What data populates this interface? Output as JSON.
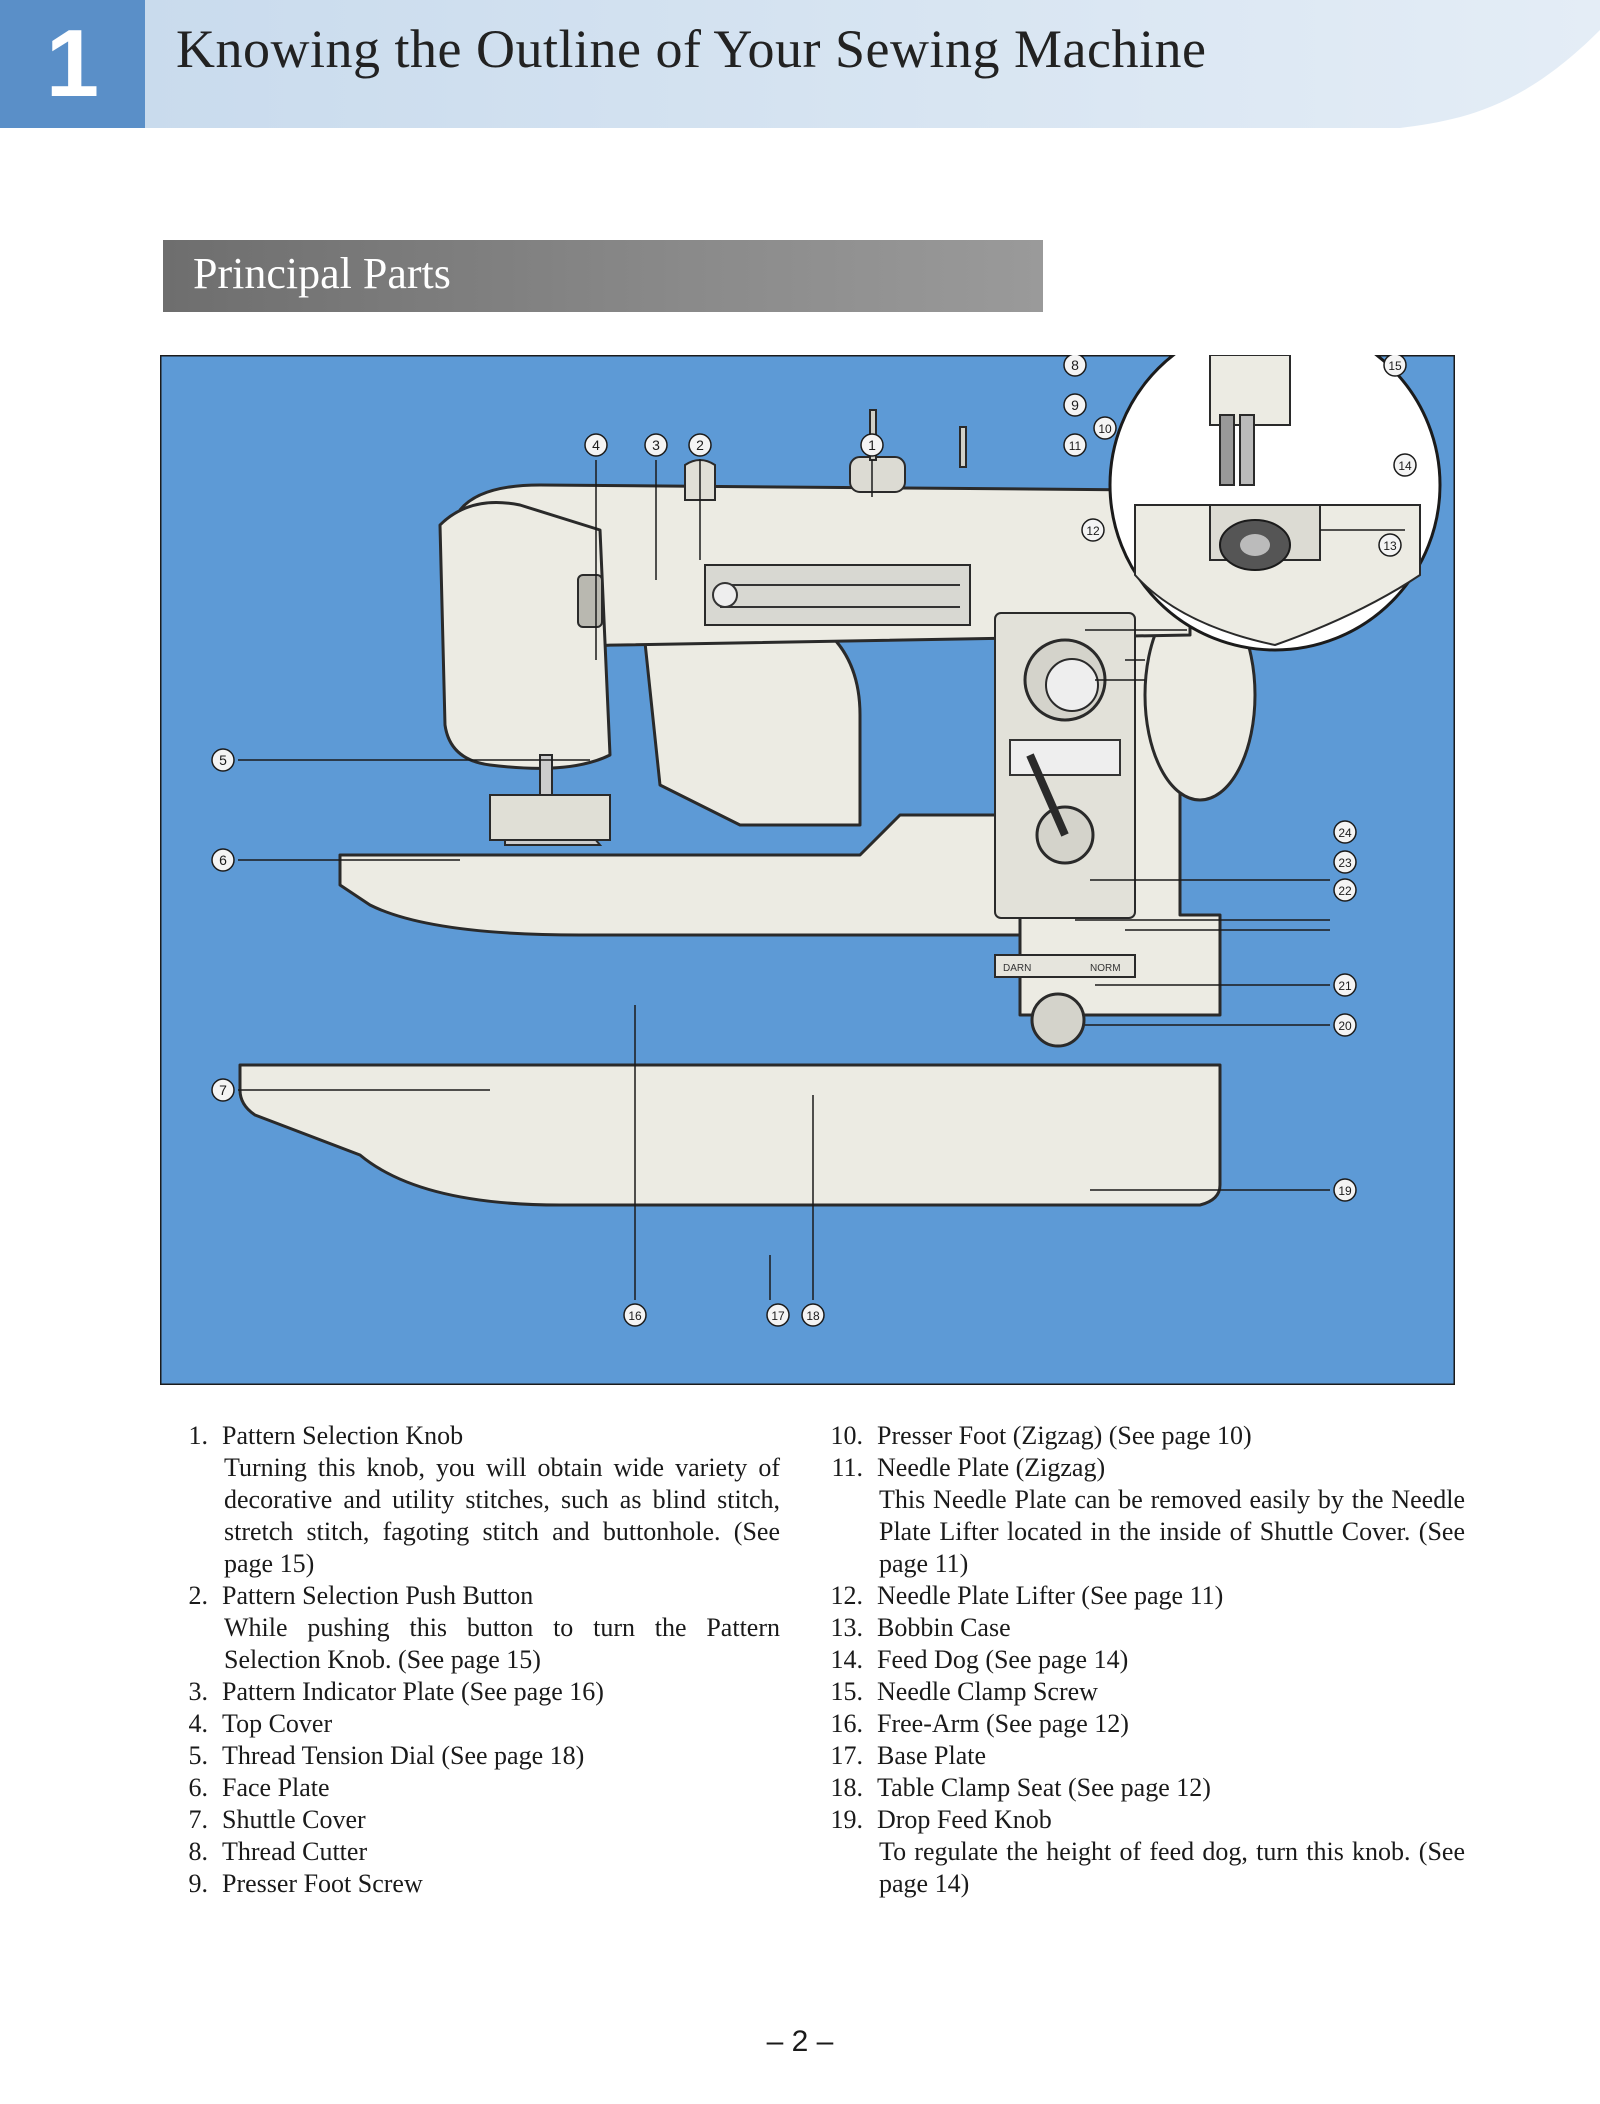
{
  "header": {
    "chapter_number": "1",
    "title": "Knowing the Outline of Your Sewing Machine"
  },
  "section": {
    "title": "Principal Parts"
  },
  "diagram": {
    "callouts": [
      "1",
      "2",
      "3",
      "4",
      "5",
      "6",
      "7",
      "8",
      "9",
      "10",
      "11",
      "12",
      "13",
      "14",
      "15",
      "16",
      "17",
      "18",
      "19",
      "20",
      "21",
      "22",
      "23",
      "24"
    ],
    "panel_text": {
      "darn": "DARN",
      "norm": "NORM"
    },
    "colors": {
      "background": "#5d9ad6",
      "machine": "#ecebe3",
      "outline": "#2a2a2a"
    }
  },
  "parts_left": [
    {
      "num": "1.",
      "name": "Pattern Selection Knob",
      "desc": "Turning this knob, you will obtain wide variety of decorative and utility stitches, such as blind stitch, stretch stitch, fagoting stitch and buttonhole. (See page 15)"
    },
    {
      "num": "2.",
      "name": "Pattern Selection Push Button",
      "desc": "While pushing this button to turn the Pattern Selection Knob. (See page 15)"
    },
    {
      "num": "3.",
      "name": "Pattern Indicator Plate (See page 16)"
    },
    {
      "num": "4.",
      "name": "Top Cover"
    },
    {
      "num": "5.",
      "name": "Thread Tension Dial (See page 18)"
    },
    {
      "num": "6.",
      "name": "Face Plate"
    },
    {
      "num": "7.",
      "name": "Shuttle Cover"
    },
    {
      "num": "8.",
      "name": "Thread Cutter"
    },
    {
      "num": "9.",
      "name": "Presser Foot Screw"
    }
  ],
  "parts_right": [
    {
      "num": "10.",
      "name": "Presser Foot (Zigzag) (See page 10)"
    },
    {
      "num": "11.",
      "name": "Needle Plate (Zigzag)",
      "desc": "This Needle Plate can be removed easily by the Needle Plate Lifter located in the inside of Shuttle Cover. (See page 11)"
    },
    {
      "num": "12.",
      "name": "Needle Plate Lifter (See page 11)"
    },
    {
      "num": "13.",
      "name": "Bobbin Case"
    },
    {
      "num": "14.",
      "name": "Feed Dog (See page 14)"
    },
    {
      "num": "15.",
      "name": "Needle Clamp Screw"
    },
    {
      "num": "16.",
      "name": "Free-Arm (See page 12)"
    },
    {
      "num": "17.",
      "name": "Base Plate"
    },
    {
      "num": "18.",
      "name": "Table Clamp Seat (See page 12)"
    },
    {
      "num": "19.",
      "name": "Drop Feed Knob",
      "desc": "To regulate the height of feed dog, turn this knob. (See page 14)"
    }
  ],
  "page_number": "– 2 –"
}
